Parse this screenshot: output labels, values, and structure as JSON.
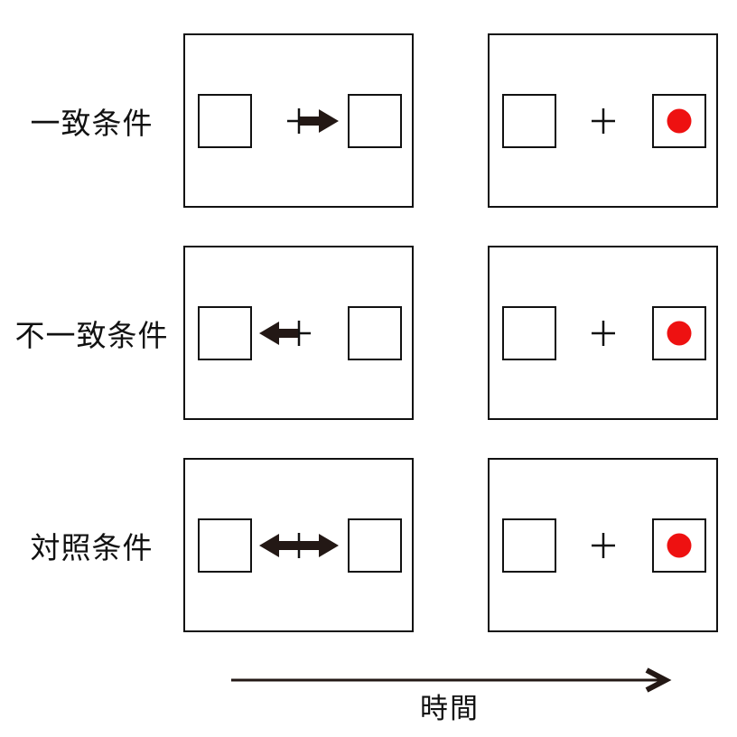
{
  "rows": [
    {
      "label": "一致条件",
      "cue": {
        "arrow_direction": "right",
        "fixation_symbol": "+"
      },
      "target": {
        "shape": "red-dot",
        "box": "right",
        "fixation_symbol": "+"
      }
    },
    {
      "label": "不一致条件",
      "cue": {
        "arrow_direction": "left",
        "fixation_symbol": "+"
      },
      "target": {
        "shape": "red-dot",
        "box": "right",
        "fixation_symbol": "+"
      }
    },
    {
      "label": "対照条件",
      "cue": {
        "arrow_direction": "both",
        "fixation_symbol": "+"
      },
      "target": {
        "shape": "red-dot",
        "box": "right",
        "fixation_symbol": "+"
      }
    }
  ],
  "timeline": {
    "label": "時間",
    "arrow_direction": "right"
  },
  "colors": {
    "target_red": "#ee1111",
    "arrow_ink": "#231815",
    "border_ink": "#111111"
  }
}
